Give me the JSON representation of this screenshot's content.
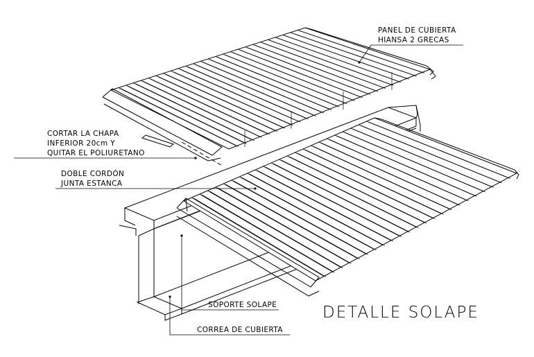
{
  "title": "DETALLE SOLAPE",
  "labels": {
    "panel_line1": "PANEL DE CUBIERTA",
    "panel_line2": "HIANSA 2 GRECAS",
    "cortar_line1": "CORTAR LA CHAPA",
    "cortar_line2": "INFERIOR 20cm Y",
    "cortar_line3": "QUITAR EL POLIURETANO",
    "doble_line1": "DOBLE CORDÓN",
    "doble_line2": "JUNTA ESTANCA",
    "soporte": "SOPORTE SOLAPE",
    "correa": "CORREA DE CUBIERTA"
  }
}
